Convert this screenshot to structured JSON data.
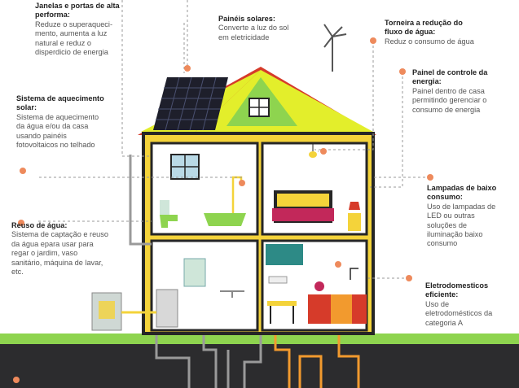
{
  "labels": [
    {
      "key": "windows",
      "title": "Janelas e portas de alta performa:",
      "desc": "Reduze o superaqueci-mento, aumenta a luz natural e reduz o disperdicio de energia"
    },
    {
      "key": "solar_panels",
      "title": "Painéis solares:",
      "desc": "Converte a luz do sol em eletricidade"
    },
    {
      "key": "faucet",
      "title": "Torneira a redução do fluxo de água:",
      "desc": "Reduz o consumo de água"
    },
    {
      "key": "control_panel",
      "title": "Painel de controle da energia:",
      "desc": "Painel dentro de casa permitindo gerenciar o consumo de energia"
    },
    {
      "key": "solar_heating",
      "title": "Sistema de aquecimento solar:",
      "desc": "Sistema de aquecimento da água e/ou da casa usando painéis fotovoltaicos no telhado"
    },
    {
      "key": "lamps",
      "title": "Lampadas de baixo consumo:",
      "desc": "Uso de lampadas de LED ou outras soluções de iluminação baixo consumo"
    },
    {
      "key": "water_reuse",
      "title": "Reuso de água:",
      "desc": "Sistema de captação e reuso da água epara usar para regar o jardim, vaso sanitário, máquina de lavar, etc."
    },
    {
      "key": "appliances",
      "title": "Eletrodomesticos eficiente:",
      "desc": "Uso de eletrodomésticos da categoria A"
    }
  ],
  "colors": {
    "roof": "#d63b2a",
    "wall": "#f4d33a",
    "panel": "#1e1f2b",
    "accent_green": "#e3ee2b",
    "grass": "#8ed44f",
    "soil": "#2c2c2e",
    "dot": "#ee8a5c",
    "pipe": "#f29a2e",
    "frame": "#262626"
  }
}
